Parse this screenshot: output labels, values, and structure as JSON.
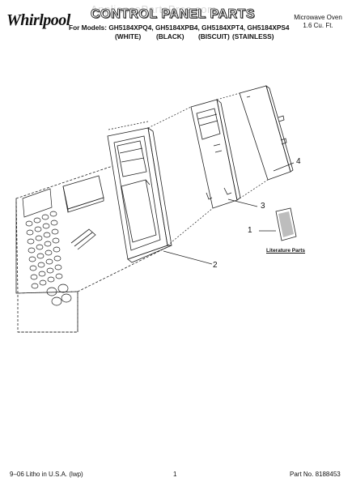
{
  "header": {
    "brand": "Whirlpool",
    "watermark": "AppliancePartsPros.com",
    "title": "CONTROL PANEL PARTS",
    "models_line": "For Models: GH5184XPQ4, GH5184XPB4, GH5184XPT4, GH5184XPS4",
    "colors": [
      "(WHITE)",
      "(BLACK)",
      "(BISCUIT)",
      "(STAINLESS)"
    ],
    "oven_type": "Microwave Oven",
    "oven_size": "1.6 Cu. Ft."
  },
  "callouts": {
    "one": "1",
    "two": "2",
    "three": "3",
    "four": "4",
    "literature": "Literature Parts"
  },
  "footer": {
    "litho": "9–06 Litho in U.S.A. (lwp)",
    "page": "1",
    "part_no": "Part No. 8188453"
  }
}
